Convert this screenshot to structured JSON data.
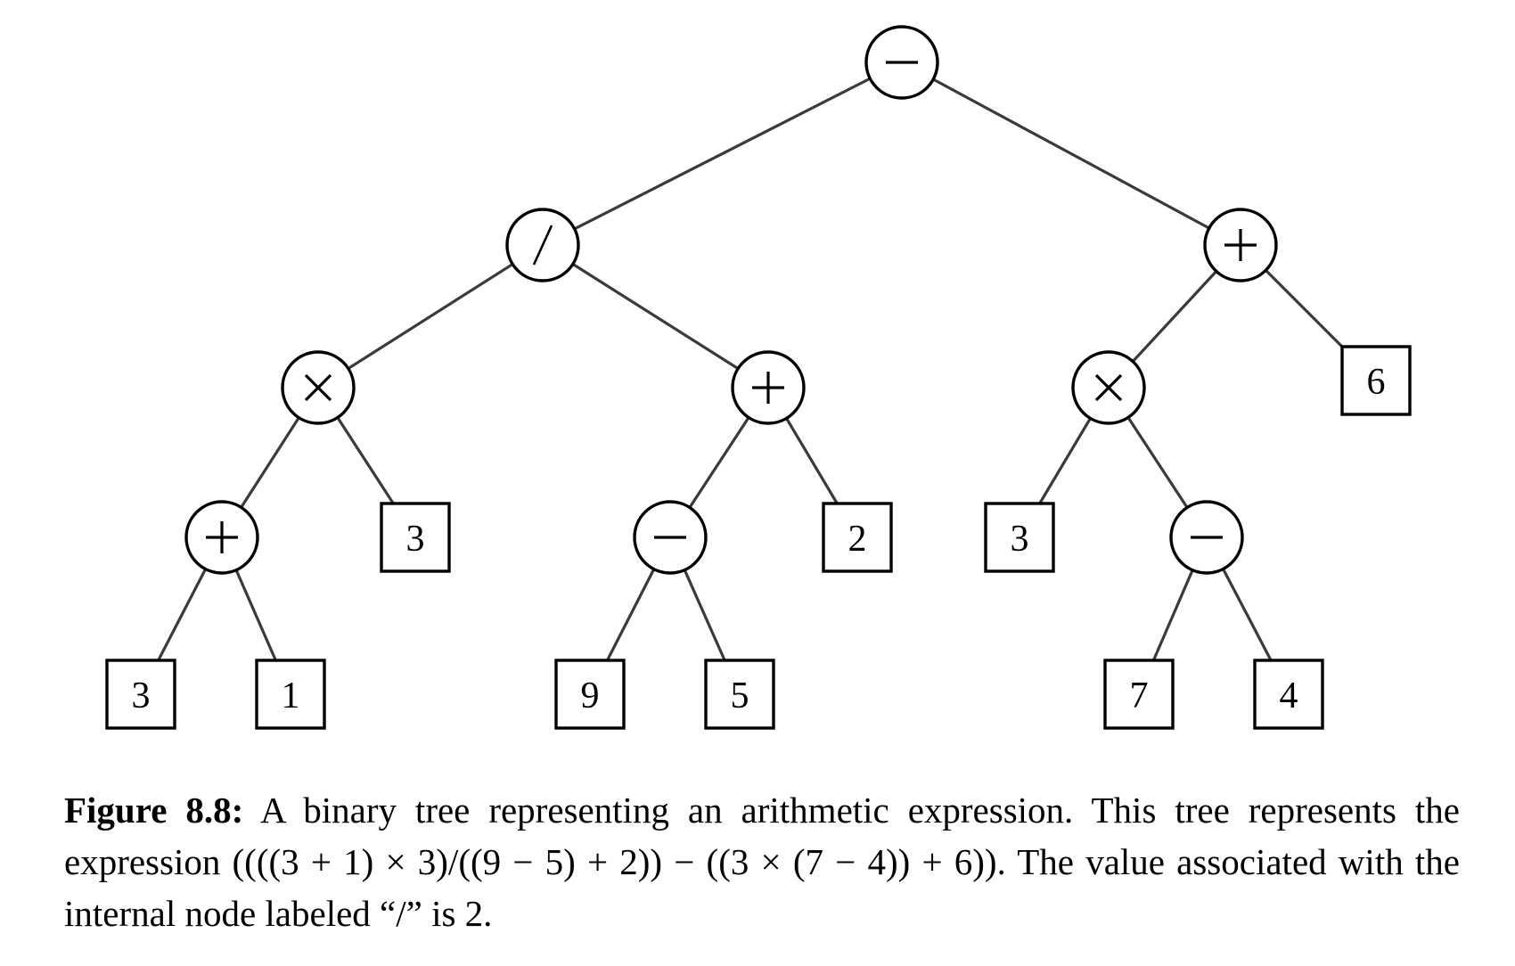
{
  "diagram": {
    "type": "expression-tree",
    "nodes": [
      {
        "id": "root",
        "kind": "operator",
        "label": "−",
        "op": "minus"
      },
      {
        "id": "div",
        "kind": "operator",
        "label": "/",
        "op": "divide",
        "parent": "root"
      },
      {
        "id": "plusR",
        "kind": "operator",
        "label": "+",
        "op": "plus",
        "parent": "root"
      },
      {
        "id": "timesL",
        "kind": "operator",
        "label": "×",
        "op": "times",
        "parent": "div"
      },
      {
        "id": "plusM",
        "kind": "operator",
        "label": "+",
        "op": "plus",
        "parent": "div"
      },
      {
        "id": "timesR",
        "kind": "operator",
        "label": "×",
        "op": "times",
        "parent": "plusR"
      },
      {
        "id": "leaf6",
        "kind": "operand",
        "label": "6",
        "parent": "plusR"
      },
      {
        "id": "plusLL",
        "kind": "operator",
        "label": "+",
        "op": "plus",
        "parent": "timesL"
      },
      {
        "id": "leaf3a",
        "kind": "operand",
        "label": "3",
        "parent": "timesL"
      },
      {
        "id": "minusM",
        "kind": "operator",
        "label": "−",
        "op": "minus",
        "parent": "plusM"
      },
      {
        "id": "leaf2",
        "kind": "operand",
        "label": "2",
        "parent": "plusM"
      },
      {
        "id": "leaf3b",
        "kind": "operand",
        "label": "3",
        "parent": "timesR"
      },
      {
        "id": "minusR",
        "kind": "operator",
        "label": "−",
        "op": "minus",
        "parent": "timesR"
      },
      {
        "id": "leaf3c",
        "kind": "operand",
        "label": "3",
        "parent": "plusLL"
      },
      {
        "id": "leaf1",
        "kind": "operand",
        "label": "1",
        "parent": "plusLL"
      },
      {
        "id": "leaf9",
        "kind": "operand",
        "label": "9",
        "parent": "minusM"
      },
      {
        "id": "leaf5",
        "kind": "operand",
        "label": "5",
        "parent": "minusM"
      },
      {
        "id": "leaf7",
        "kind": "operand",
        "label": "7",
        "parent": "minusR"
      },
      {
        "id": "leaf4",
        "kind": "operand",
        "label": "4",
        "parent": "minusR"
      }
    ]
  },
  "caption": {
    "label": "Figure 8.8:",
    "text": "A binary tree representing an arithmetic expression. This tree represents the expression ((((3 + 1) × 3)/((9 − 5) + 2)) − ((3 × (7 − 4)) + 6)).  The value associated with the internal node labeled “/” is 2."
  }
}
